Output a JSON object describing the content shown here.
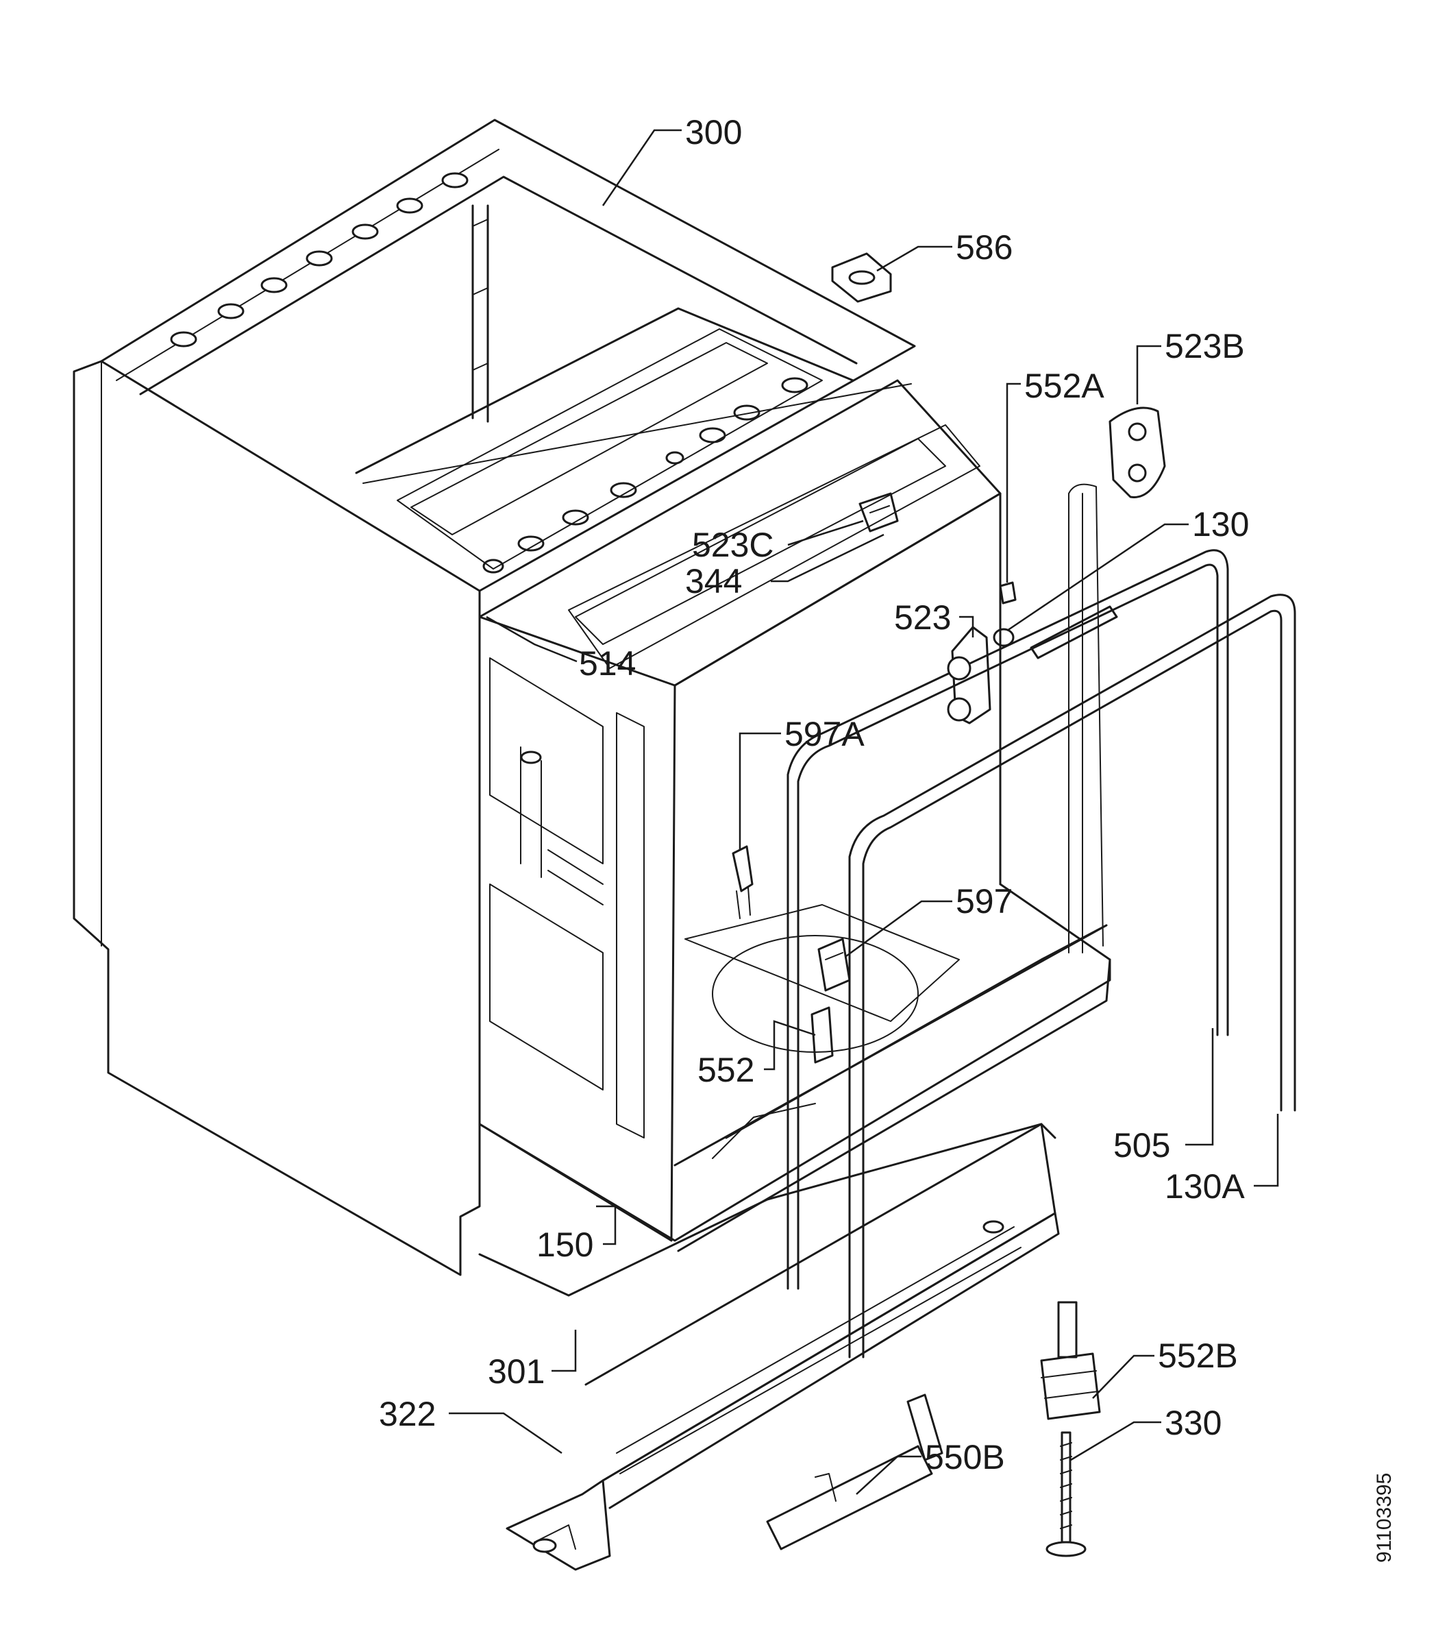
{
  "callouts": [
    {
      "id": "300",
      "text": "300"
    },
    {
      "id": "586",
      "text": "586"
    },
    {
      "id": "523B",
      "text": "523B"
    },
    {
      "id": "552A",
      "text": "552A"
    },
    {
      "id": "130",
      "text": "130"
    },
    {
      "id": "523C",
      "text": "523C"
    },
    {
      "id": "344",
      "text": "344"
    },
    {
      "id": "523",
      "text": "523"
    },
    {
      "id": "514",
      "text": "514"
    },
    {
      "id": "597A",
      "text": "597A"
    },
    {
      "id": "597",
      "text": "597"
    },
    {
      "id": "552",
      "text": "552"
    },
    {
      "id": "505",
      "text": "505"
    },
    {
      "id": "130A",
      "text": "130A"
    },
    {
      "id": "150",
      "text": "150"
    },
    {
      "id": "552B",
      "text": "552B"
    },
    {
      "id": "301",
      "text": "301"
    },
    {
      "id": "330",
      "text": "330"
    },
    {
      "id": "322",
      "text": "322"
    },
    {
      "id": "550B",
      "text": "550B"
    }
  ],
  "drawing_code": "91103395"
}
